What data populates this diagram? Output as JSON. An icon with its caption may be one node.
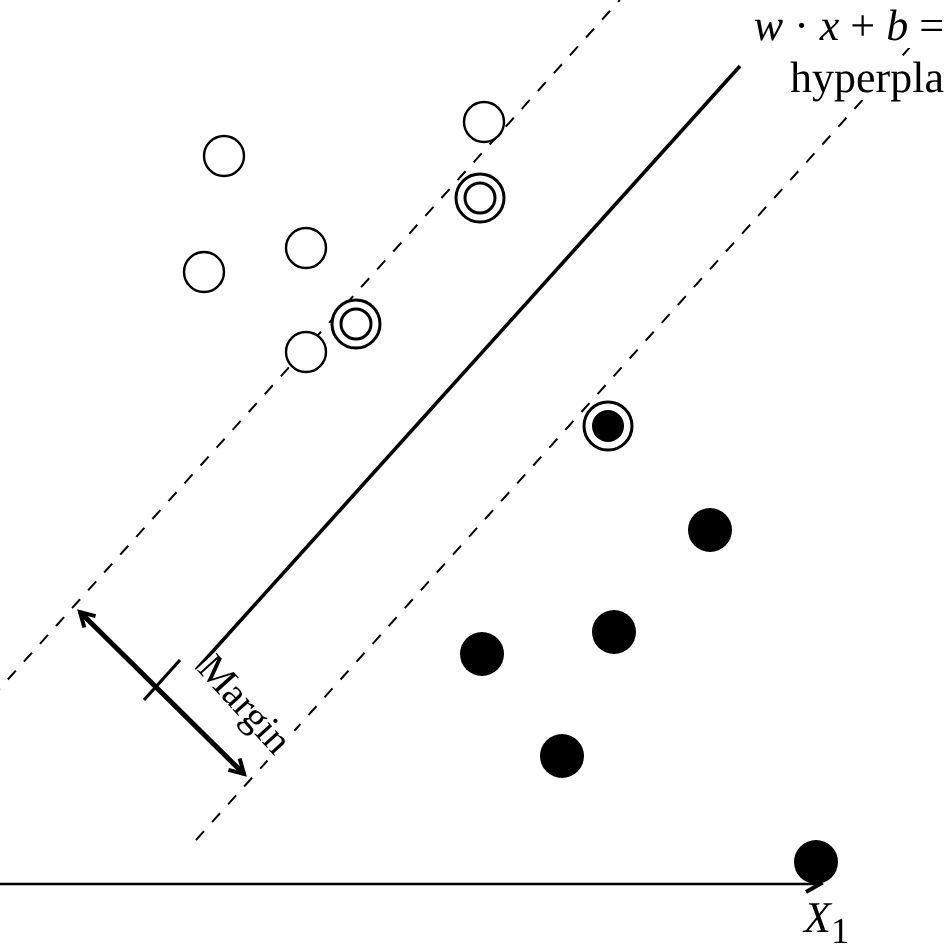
{
  "diagram": {
    "labels": [
      "*w* · *x* + *b* =",
      "hyperpla",
      "Margin",
      "*X*$_{1}$"
    ]
  }
}
